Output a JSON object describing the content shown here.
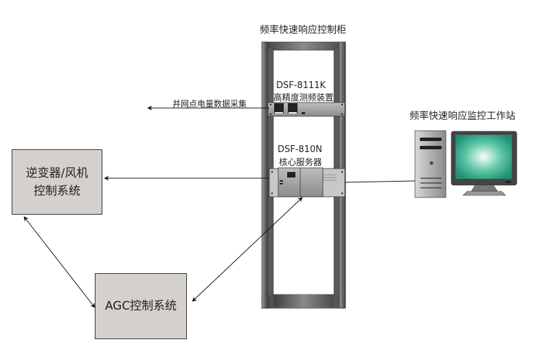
{
  "cabinet": {
    "title": "频率快速响应控制柜",
    "device1": {
      "model": "DSF-8111K",
      "name": "高精度测频装置"
    },
    "device2": {
      "model": "DSF-810N",
      "name": "核心服务器"
    }
  },
  "arrows": {
    "grid_data_label": "并网点电量数据采集"
  },
  "inverter_box": {
    "line1": "逆变器/风机",
    "line2": "控制系统"
  },
  "agc_box": {
    "label": "AGC控制系统"
  },
  "workstation": {
    "title": "频率快速响应监控工作站"
  },
  "colors": {
    "box_fill": "#d4d0cc",
    "rack_dark": "#555555",
    "screen_green": "#2aa788"
  }
}
